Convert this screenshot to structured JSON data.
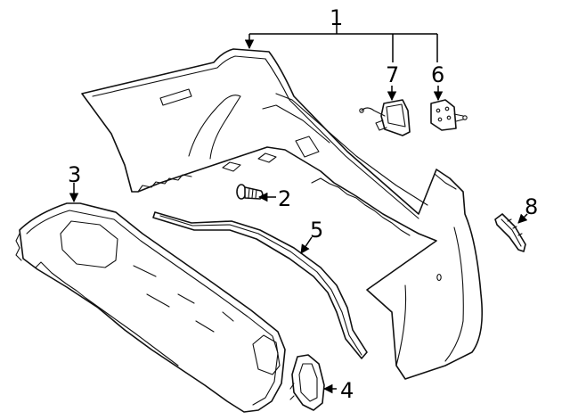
{
  "diagram": {
    "callouts": [
      {
        "id": "1",
        "label": "1"
      },
      {
        "id": "2",
        "label": "2"
      },
      {
        "id": "3",
        "label": "3"
      },
      {
        "id": "4",
        "label": "4"
      },
      {
        "id": "5",
        "label": "5"
      },
      {
        "id": "6",
        "label": "6"
      },
      {
        "id": "7",
        "label": "7"
      },
      {
        "id": "8",
        "label": "8"
      }
    ],
    "colors": {
      "line": "#111111",
      "background": "#ffffff"
    }
  }
}
